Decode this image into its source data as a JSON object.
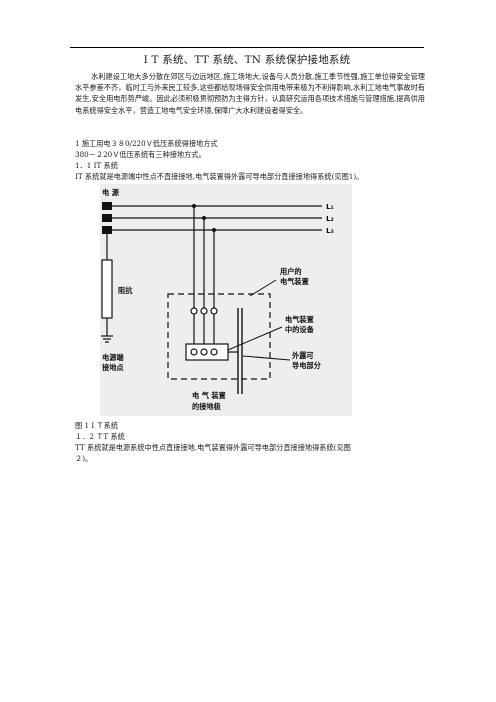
{
  "title": "I T 系统、TT 系统、TN 系统保护接地系统",
  "intro": "水利建设工地大多分散在郊区与边远地区,施工场地大,设备与人员分散,施工季节性强,施工单位得安全管理水平参差不齐，临时工与外来民工较多,这些都给现场得安全供用电带来极为不利得影响,水利工地电气事故时有发生,安全用电形势严峻。因此必须积极贯彻预防为主得方针，认真研究运用各项技术措施与管理措施,提高供用电系统得安全水平，营造工地电气安全环境,保障广大水利建设者得安全。",
  "section1": "1  施工用电３８0/220Ｖ低压系统得接地方式",
  "line2": "380－２20Ｖ低压系统有三种接地方式。",
  "section11": "1．1 IT 系统",
  "it_desc": "IT 系统就是电源端中性点不直接接地,电气装置得外露可导电部分直接接地得系统(见图1)。",
  "figure": {
    "source_label": "电 源",
    "l1": "L₁",
    "l2": "L₂",
    "l3": "L₃",
    "impedance_label": "阻抗",
    "source_ground_label_1": "电源端",
    "source_ground_label_2": "接地点",
    "user_label_1": "用户的",
    "user_label_2": "电气装置",
    "equipment_label_1": "电气装置",
    "equipment_label_2": "中的设备",
    "exposed_label_1": "外露可",
    "exposed_label_2": "导电部分",
    "electrode_label_1": "电 气 装置",
    "electrode_label_2": "的接地极"
  },
  "fig_caption": "图 1   I Ｔ系统",
  "section12": "１．2    ＴT 系统",
  "tt_desc_1": "TT  系统就是电源系统中性点直接接地,电气装置得外露可导电部分直接接地得系统(见图",
  "tt_desc_2": "２)。"
}
